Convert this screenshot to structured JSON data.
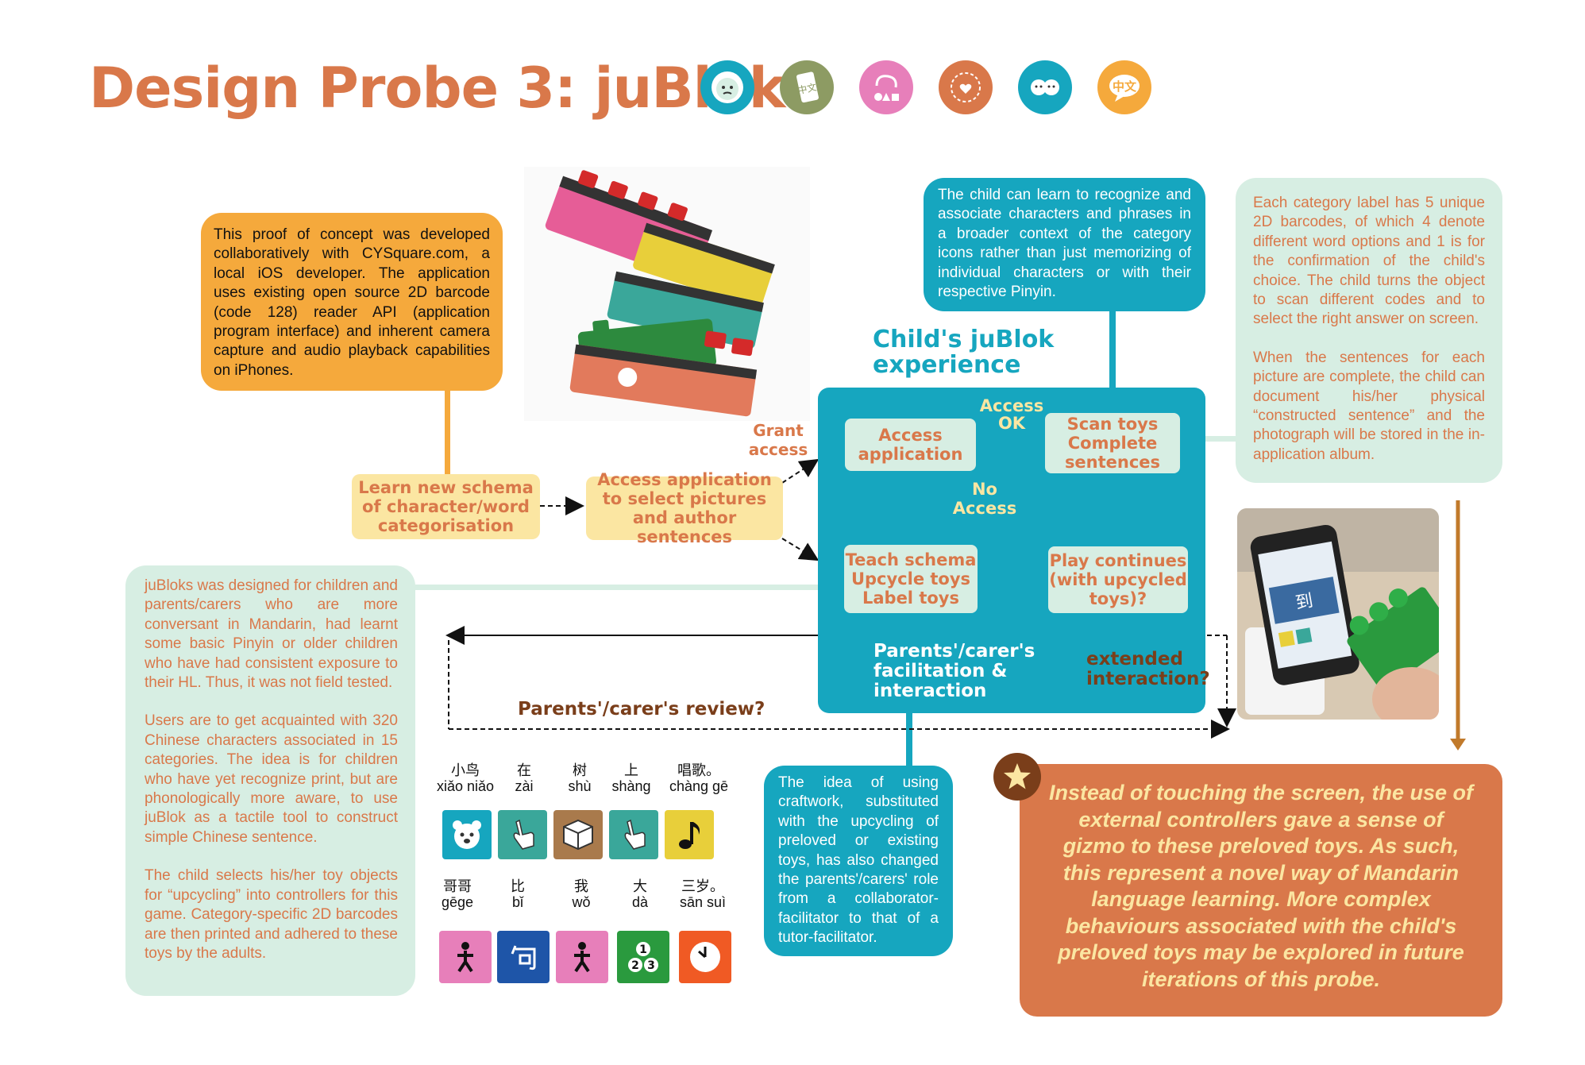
{
  "header": {
    "title": "Design Probe 3: juBloks",
    "icons": [
      "child-face-icon",
      "phone-chinese-icon",
      "brain-shapes-icon",
      "heart-scissors-icon",
      "two-faces-icon",
      "chinese-speech-icon"
    ],
    "icon_colors": [
      "#16a6bf",
      "#8d9b63",
      "#e77fba",
      "#d9784a",
      "#16a6bf",
      "#f5a93c"
    ],
    "chinese_icon_text": "中文",
    "phone_icon_text": "中文"
  },
  "notes": {
    "proof_of_concept": "This proof of concept was developed collaboratively with CYSquare.com, a local iOS developer. The application uses existing open source 2D barcode (code 128) reader API (application program interface) and inherent camera capture and audio playback capabilities on iPhones.",
    "learn_context": "The child can learn to recognize and associate characters and phrases in a broader context of the category icons rather than just memorizing of individual characters or with their respective Pinyin.",
    "category_label_p1": "Each category label has 5 unique 2D barcodes, of which 4 denote different word options and 1 is for the confirmation of the child's choice. The child turns the object to scan different codes and to select the right answer on screen.",
    "category_label_p2": "When the sentences for each picture are complete, the child can document his/her physical “constructed sentence” and the photograph will be stored in the in-application album.",
    "designed_for_p1": "juBloks was designed for children and parents/carers who are more conversant in Mandarin, had learnt some basic Pinyin or older children who have had consistent exposure to their HL. Thus, it was not field tested.",
    "designed_for_p2": "Users are to get acquainted with 320 Chinese characters associated in 15 categories. The idea is for children who have yet recognize print, but are phonologically more aware, to use juBlok as a tactile tool to construct simple Chinese sentence.",
    "designed_for_p3": "The child selects his/her toy objects for “upcycling” into controllers for this game. Category-specific 2D barcodes are then printed and adhered to these toys by the adults.",
    "craftwork": "The idea of using craftwork, substituted with the upcycling of preloved or existing toys, has also changed the parents'/carers' role from a collaborator-facilitator to that of a tutor-facilitator.",
    "conclusion": "Instead of touching the screen, the use of external controllers gave a sense of gizmo to these preloved toys. As such, this represent a novel way of Mandarin language learning. More complex behaviours associated with the child's preloved toys may be explored in future iterations of this probe."
  },
  "flow": {
    "experience_title_line1": "Child's juBlok",
    "experience_title_line2": "experience",
    "learn_schema": "Learn new schema of character/word categorisation",
    "access_select": "Access application to select pictures and author sentences",
    "grant_access_line1": "Grant",
    "grant_access_line2": "access",
    "access_application_line1": "Access",
    "access_application_line2": "application",
    "access_ok_line1": "Access",
    "access_ok_line2": "OK",
    "scan_toys_line1": "Scan toys",
    "scan_toys_line2": "Complete",
    "scan_toys_line3": "sentences",
    "no_access_line1": "No",
    "no_access_line2": "Access",
    "teach_schema_line1": "Teach schema",
    "teach_schema_line2": "Upcycle toys",
    "teach_schema_line3": "Label toys",
    "play_continues_line1": "Play continues",
    "play_continues_line2": "(with upcycled",
    "play_continues_line3": "toys)?",
    "facilitation_line1": "Parents'/carer's",
    "facilitation_line2": "facilitation &",
    "facilitation_line3": "interaction",
    "extended_line1": "extended",
    "extended_line2": "interaction?",
    "review": "Parents'/carer's review?"
  },
  "vocab": {
    "row1": [
      {
        "hanzi": "小鸟",
        "pinyin": "xiǎo niǎo"
      },
      {
        "hanzi": "在",
        "pinyin": "zài"
      },
      {
        "hanzi": "树",
        "pinyin": "shù"
      },
      {
        "hanzi": "上",
        "pinyin": "shàng"
      },
      {
        "hanzi": "唱歌。",
        "pinyin": "chàng gē"
      }
    ],
    "row2": [
      {
        "hanzi": "哥哥",
        "pinyin": "gēge"
      },
      {
        "hanzi": "比",
        "pinyin": "bǐ"
      },
      {
        "hanzi": "我",
        "pinyin": "wǒ"
      },
      {
        "hanzi": "大",
        "pinyin": "dà"
      },
      {
        "hanzi": "三岁。",
        "pinyin": "sān suì"
      }
    ]
  },
  "phone_screen_char": "到",
  "colors": {
    "orange": "#d9784a",
    "teal": "#16a6bf",
    "mint": "#d7eee3",
    "amber": "#f5a93c",
    "yellow": "#fbe6a2"
  }
}
